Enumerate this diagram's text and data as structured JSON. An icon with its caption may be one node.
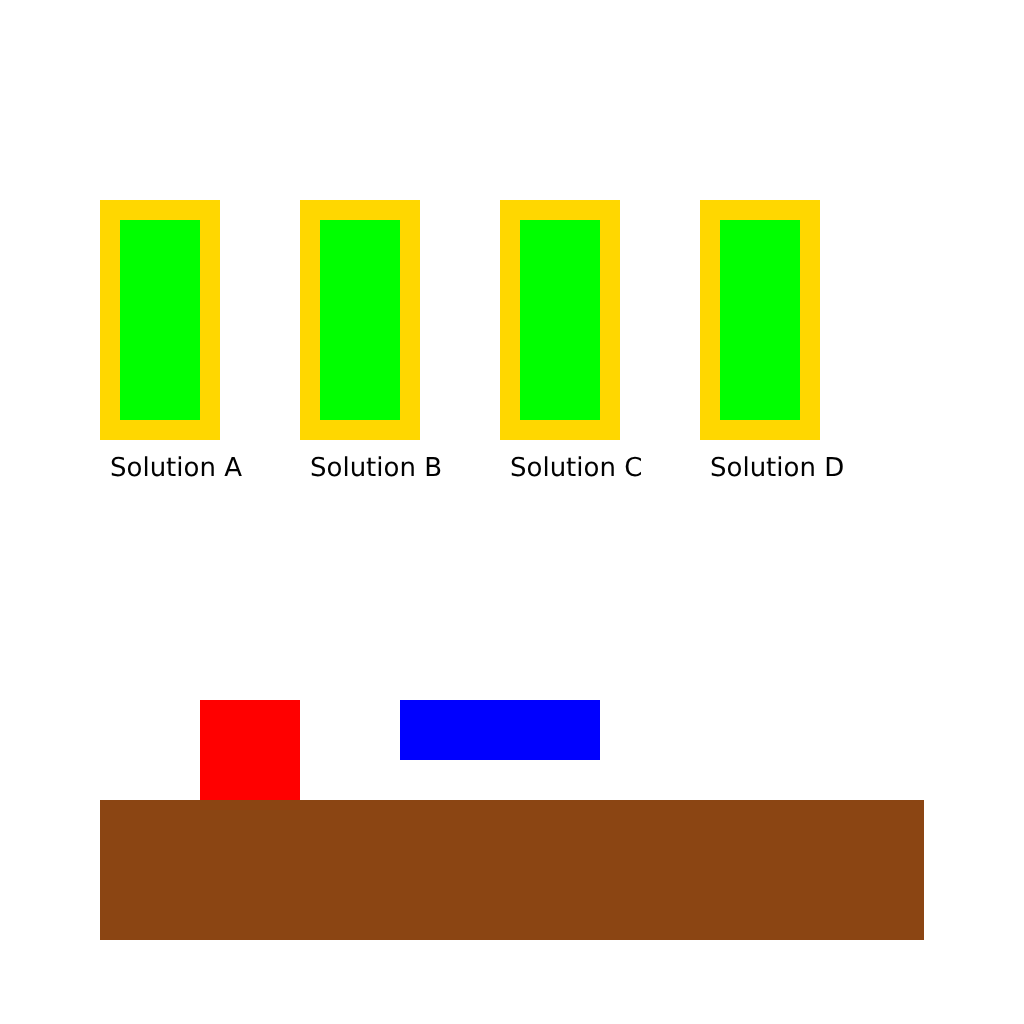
{
  "diagram": {
    "nodes": [
      {
        "text": [],
        "shape": "box",
        "beside": [
          "Solution A"
        ]
      },
      {
        "text": [],
        "shape": "box",
        "beside": [
          "Solution B"
        ]
      },
      {
        "text": [],
        "shape": "box",
        "beside": [
          "Solution C"
        ]
      },
      {
        "text": [],
        "shape": "box",
        "beside": [
          "Solution D"
        ]
      }
    ]
  }
}
